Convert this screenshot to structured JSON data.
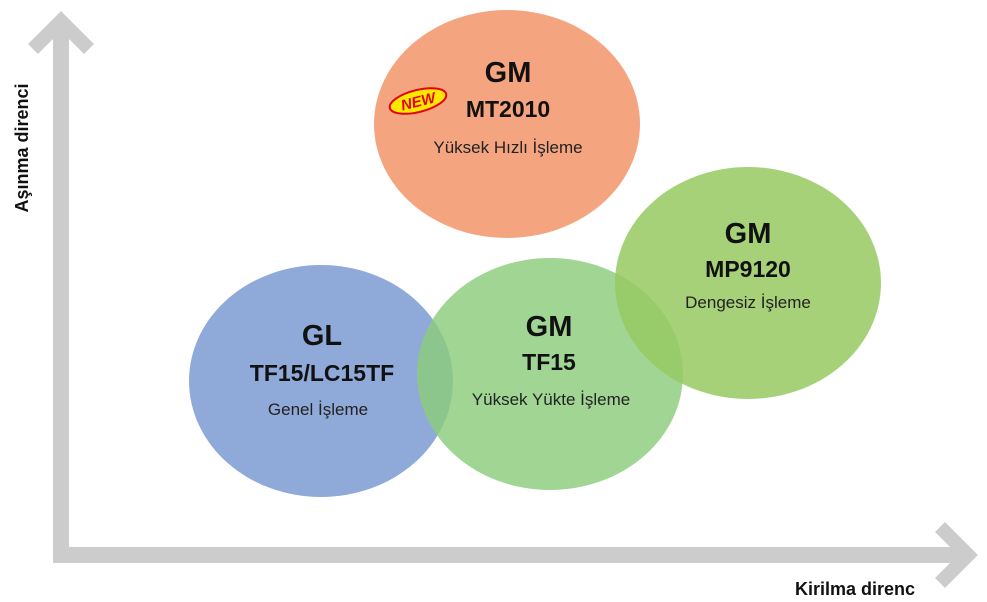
{
  "axes": {
    "y_label": "Aşınma direnci",
    "x_label": "Kirilma direnc",
    "color": "#cccccc"
  },
  "bubbles": [
    {
      "id": "mt2010",
      "head": "GM",
      "grade": "MT2010",
      "desc": "Yüksek Hızlı İşleme",
      "color": "#f4a580",
      "badge": "NEW",
      "badge_color": "#e60012",
      "badge_fill": "#ffe800"
    },
    {
      "id": "tf15-lc15tf",
      "head": "GL",
      "grade": "TF15/LC15TF",
      "desc": "Genel İşleme",
      "color": "#7f9dd3"
    },
    {
      "id": "tf15",
      "head": "GM",
      "grade": "TF15",
      "desc": "Yüksek Yükte İşleme",
      "color": "#8ccc7c"
    },
    {
      "id": "mp9120",
      "head": "GM",
      "grade": "MP9120",
      "desc": "Dengesiz İşleme",
      "color": "#97c961"
    }
  ]
}
